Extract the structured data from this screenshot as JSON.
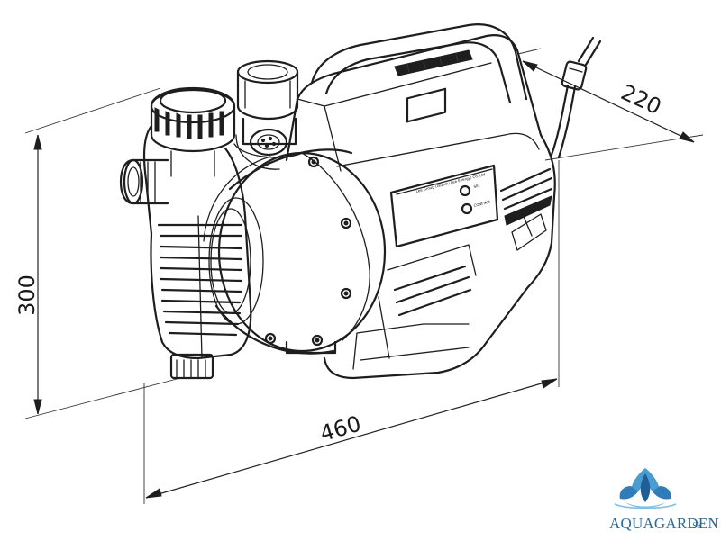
{
  "dimensions": {
    "height": "300",
    "length": "460",
    "depth": "220"
  },
  "panel": {
    "maker_text": "Lee Group (Taizhou Lee Energy) Co.,Ltd.",
    "button1_label": "SET",
    "button2_label": "CONFIRM"
  },
  "brand": {
    "name": "AQUAGARDEN",
    "suffix": ".SK",
    "colors": {
      "petal_dark": "#1f5e96",
      "petal_light": "#4a9bd0",
      "petal_center": "#2e7db8",
      "water": "#7fbde3"
    }
  }
}
